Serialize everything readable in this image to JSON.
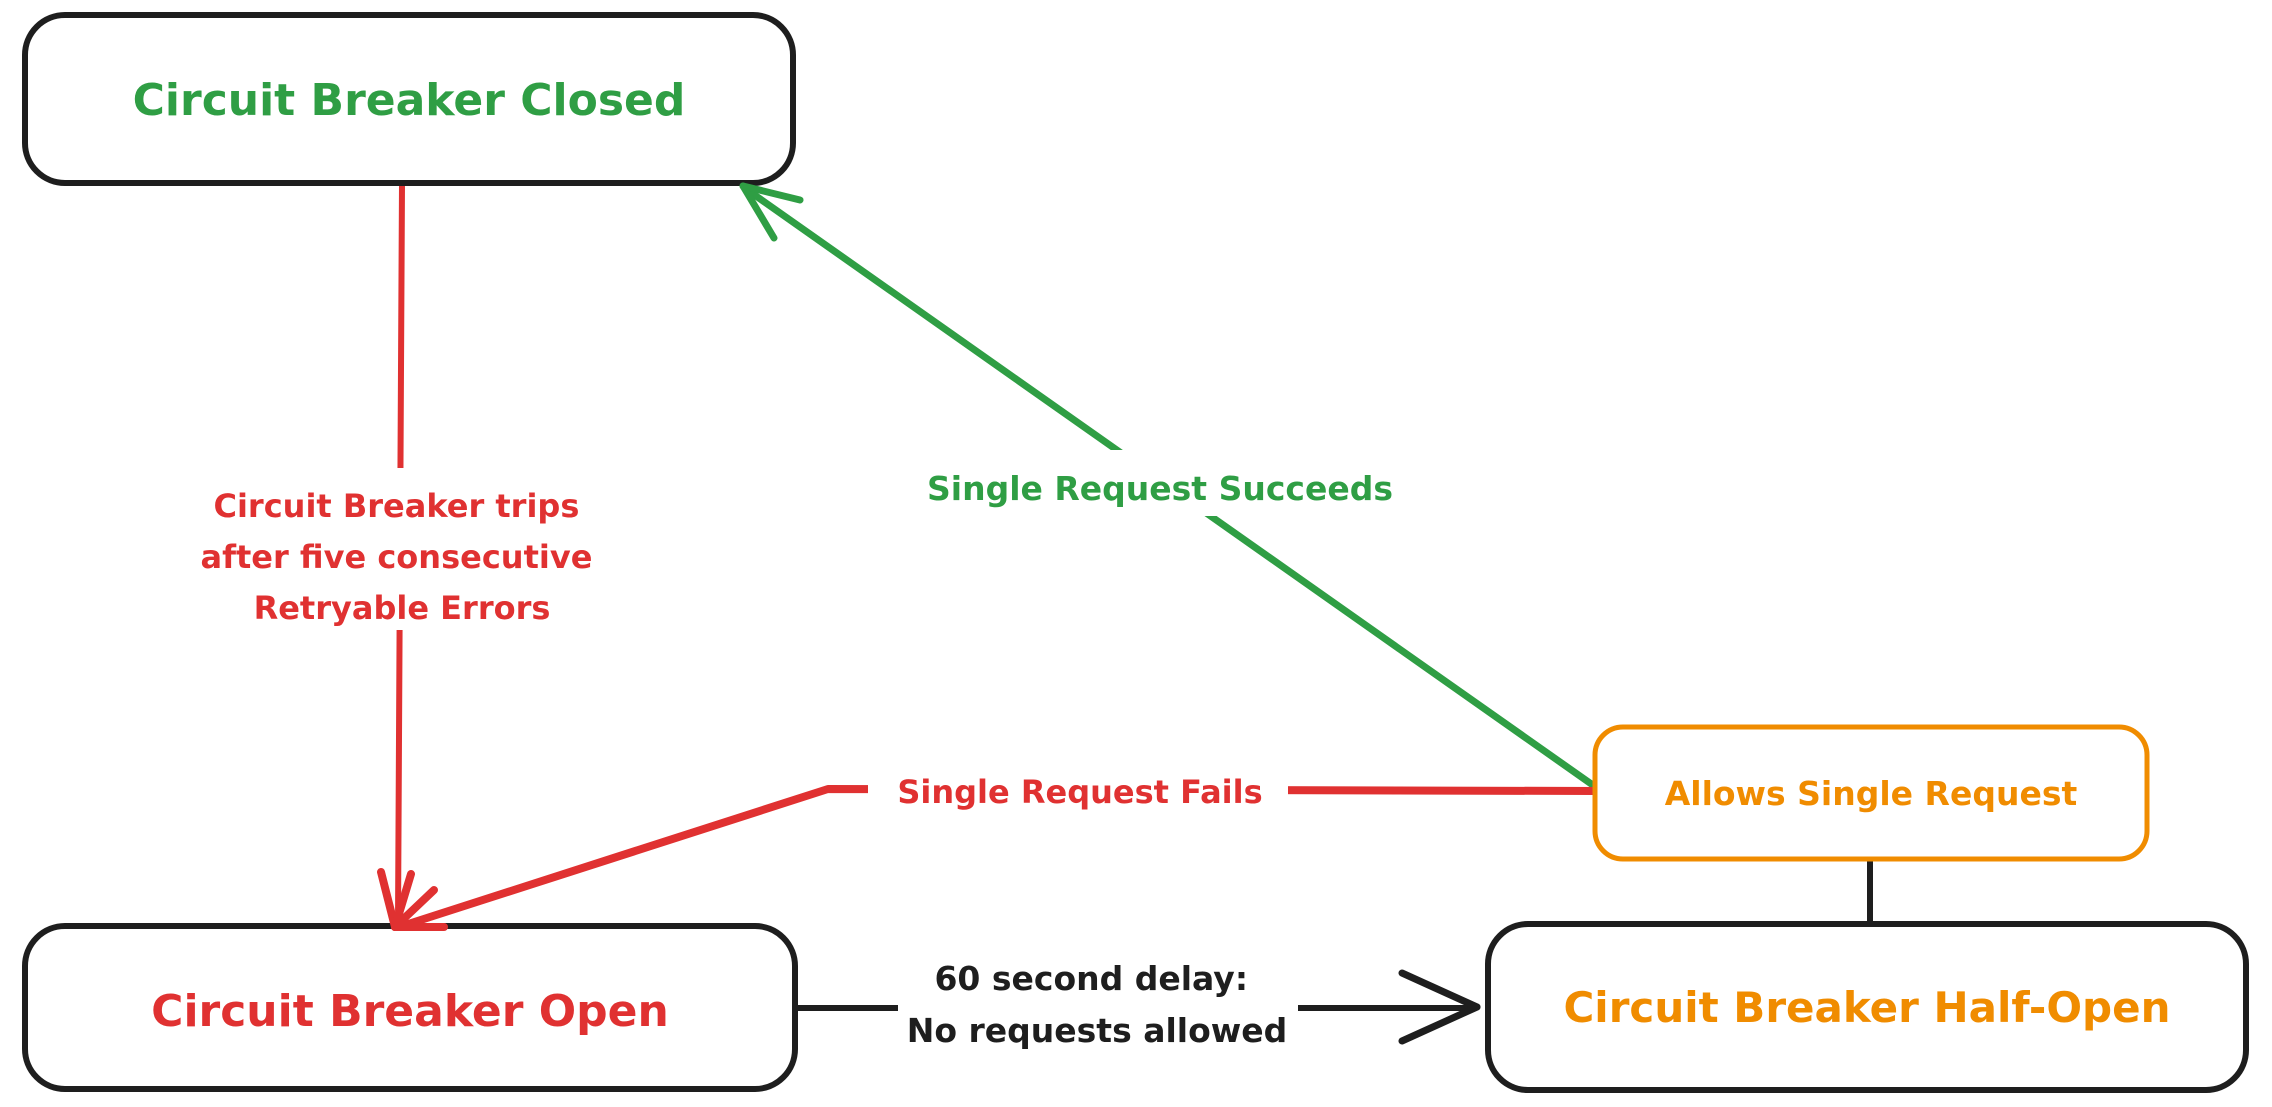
{
  "diagram": {
    "colors": {
      "green": "#2f9e44",
      "red": "#e03131",
      "orange": "#f08c00",
      "black": "#1e1e1e",
      "background": "#ffffff"
    },
    "nodes": {
      "closed": {
        "label": "Circuit Breaker Closed"
      },
      "open": {
        "label": "Circuit Breaker Open"
      },
      "half_open": {
        "label": "Circuit Breaker Half-Open"
      },
      "allows_single_request": {
        "label": "Allows Single Request"
      }
    },
    "edges": {
      "trips": {
        "lines": [
          "Circuit Breaker trips",
          "after five consecutive",
          "Retryable Errors"
        ]
      },
      "succeeds": {
        "label": "Single Request Succeeds"
      },
      "fails": {
        "label": "Single Request Fails"
      },
      "delay": {
        "lines": [
          "60 second delay:",
          "No requests allowed"
        ]
      }
    }
  }
}
